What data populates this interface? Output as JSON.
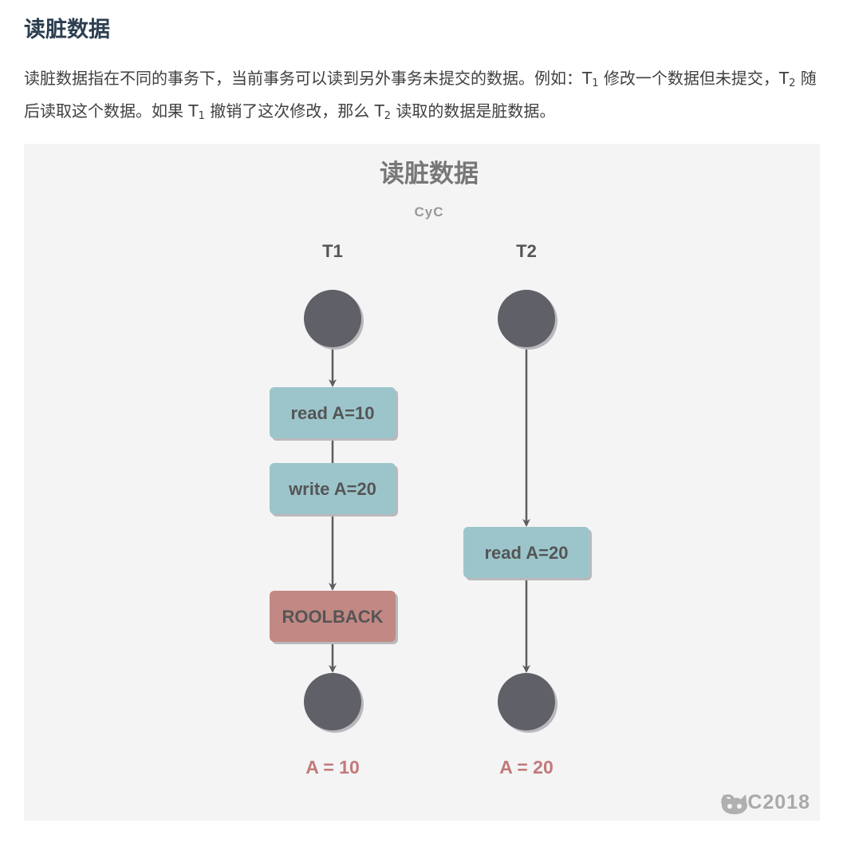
{
  "article": {
    "heading": "读脏数据",
    "paragraph": {
      "p1": "读脏数据指在不同的事务下，当前事务可以读到另外事务未提交的数据。例如：T",
      "s1": "1",
      "p2": " 修改一个数据但未提交，T",
      "s2": "2",
      "p3": " 随后读取这个数据。如果 T",
      "s3": "1",
      "p4": " 撤销了这次修改，那么 T",
      "s4": "2",
      "p5": " 读取的数据是脏数据。"
    }
  },
  "diagram": {
    "title": "读脏数据",
    "subtitle": "CyC",
    "lanes": [
      {
        "label": "T1",
        "steps": [
          {
            "text": "read A=10",
            "kind": "normal"
          },
          {
            "text": "write A=20",
            "kind": "normal"
          },
          {
            "text": "ROOLBACK",
            "kind": "rollback"
          }
        ],
        "result": "A = 10"
      },
      {
        "label": "T2",
        "steps": [
          {
            "text": "read A=20",
            "kind": "normal"
          }
        ],
        "result": "A = 20"
      }
    ],
    "watermark": "CyC2018",
    "watermark_icon": "github-cat-icon",
    "colors": {
      "background": "#f4f4f4",
      "node": "#5f6068",
      "node_shadow": "#b9b9bc",
      "box": "#9cc5cb",
      "box_text": "#555555",
      "rollback_box": "#c28883",
      "result_text": "#c2797a",
      "arrow": "#5d5d60",
      "title_text": "#777777"
    }
  }
}
